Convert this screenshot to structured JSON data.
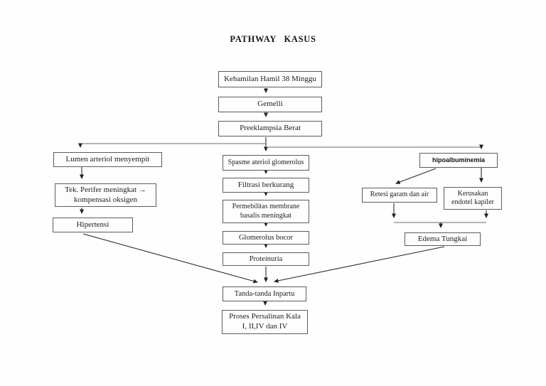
{
  "title": "PATHWAY KASUS",
  "flowchart": {
    "nodes": {
      "kehamilan": {
        "label": "Kehamilan Hamil 38 Minggu"
      },
      "gemelli": {
        "label": "Gemelli"
      },
      "preeklampsia": {
        "label": "Preeklampsia Berat"
      },
      "lumen": {
        "label": "Lumen arteriol menyempit"
      },
      "tek_perifer": {
        "line1": "Tek. Perifer meningkat →",
        "line2": "kompensasi oksigen"
      },
      "hipertensi": {
        "label": "Hipertensi"
      },
      "spasme": {
        "label": "Spasme ateriol glomerolus"
      },
      "filtrasi": {
        "label": "Filtrasi berkurang"
      },
      "permebilitas": {
        "line1": "Permebilitas membrane",
        "line2": "basalis meningkat"
      },
      "glomerolus": {
        "label": "Glomerolus bocor"
      },
      "proteinuria": {
        "label": "Proteinuria"
      },
      "hipoalbuminemia": {
        "label": "hipoalbuminemia"
      },
      "retesi": {
        "label": "Retesi garam dan air"
      },
      "kerusakan": {
        "line1": "Kerusakan",
        "line2": "endotel kapiler"
      },
      "edema": {
        "label": "Edema Tungkai"
      },
      "tanda": {
        "label": "Tanda-tanda Inpartu"
      },
      "proses": {
        "line1": "Proses Persalinan Kala",
        "line2": "I, II,IV dan IV"
      }
    },
    "edges": [
      {
        "from": "kehamilan",
        "to": "gemelli"
      },
      {
        "from": "gemelli",
        "to": "preeklampsia"
      },
      {
        "from": "preeklampsia",
        "to": "lumen"
      },
      {
        "from": "preeklampsia",
        "to": "spasme"
      },
      {
        "from": "preeklampsia",
        "to": "hipoalbuminemia"
      },
      {
        "from": "lumen",
        "to": "tek_perifer"
      },
      {
        "from": "tek_perifer",
        "to": "hipertensi"
      },
      {
        "from": "spasme",
        "to": "filtrasi"
      },
      {
        "from": "filtrasi",
        "to": "permebilitas"
      },
      {
        "from": "permebilitas",
        "to": "glomerolus"
      },
      {
        "from": "glomerolus",
        "to": "proteinuria"
      },
      {
        "from": "proteinuria",
        "to": "tanda"
      },
      {
        "from": "hipoalbuminemia",
        "to": "retesi"
      },
      {
        "from": "hipoalbuminemia",
        "to": "kerusakan"
      },
      {
        "from": "retesi",
        "to": "edema"
      },
      {
        "from": "kerusakan",
        "to": "edema"
      },
      {
        "from": "hipertensi",
        "to": "tanda"
      },
      {
        "from": "edema",
        "to": "tanda"
      },
      {
        "from": "tanda",
        "to": "proses"
      }
    ],
    "colors": {
      "background": "#fefefe",
      "box_border": "#5c5c5c",
      "text": "#222222",
      "line": "#2b2b2b"
    }
  }
}
